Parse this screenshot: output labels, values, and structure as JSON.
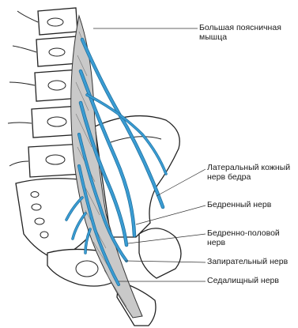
{
  "labels": {
    "psoas_major": "Большая поясничная\nмышца",
    "lateral_femoral_cutaneous": "Латеральный кожный\nнерв бедра",
    "femoral": "Бедренный нерв",
    "genitofemoral": "Бедренно-половой\nнерв",
    "obturator": "Запирательный нерв",
    "sciatic": "Седалищный нерв"
  },
  "colors": {
    "nerve": "#3a9cd3",
    "muscle": "#c9c9c9",
    "outline": "#222222"
  }
}
